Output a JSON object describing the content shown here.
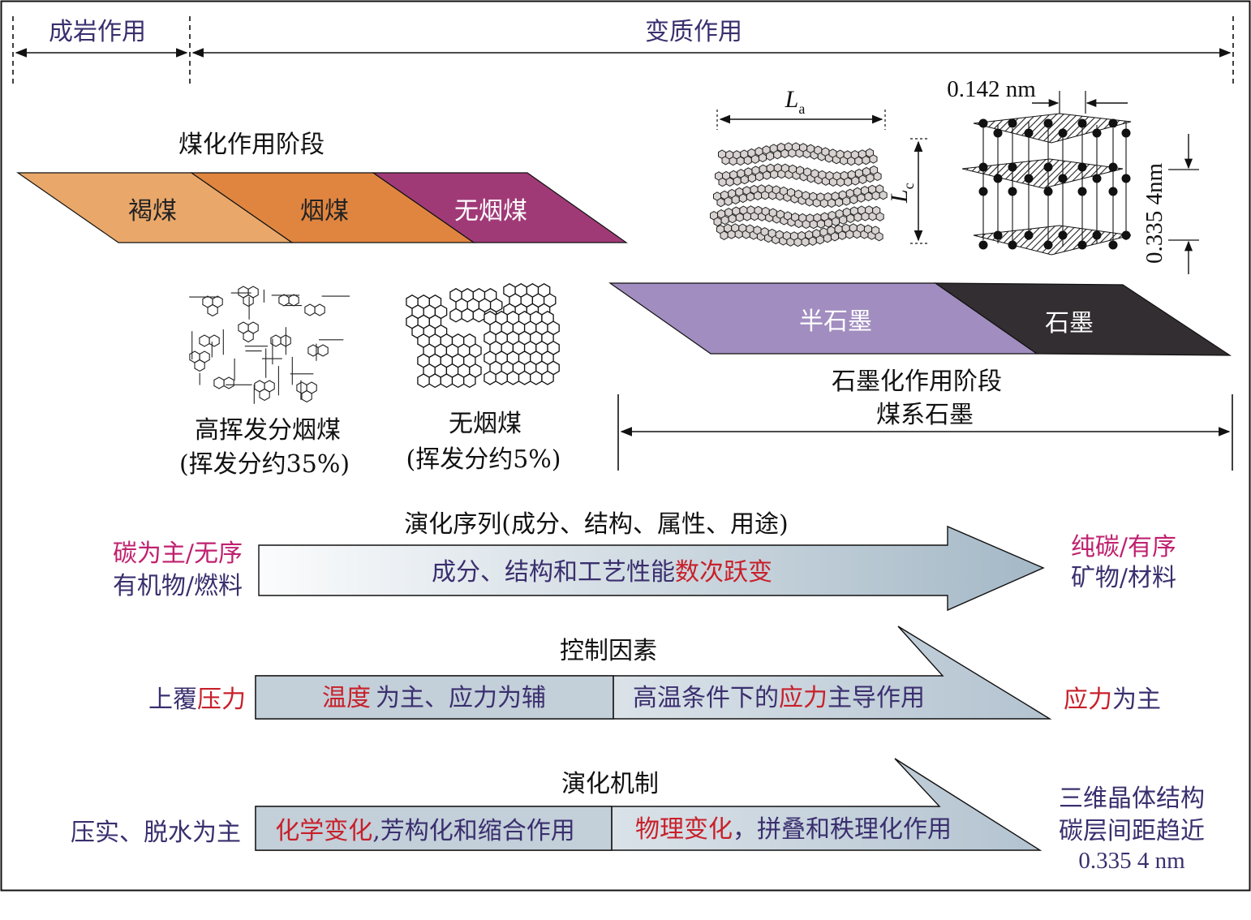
{
  "top_bar": {
    "diagenesis": "成岩作用",
    "metamorphism": "变质作用"
  },
  "coalification": {
    "stage_title": "煤化作用阶段",
    "lignite": "褐煤",
    "bituminous": "烟煤",
    "anthracite": "无烟煤"
  },
  "structures": {
    "la_symbol": "L",
    "la_sub": "a",
    "lc_symbol": "L",
    "lc_sub": "c",
    "bond_length": "0.142 nm",
    "interlayer": "0.335 4nm",
    "high_volatile_label": "高挥发分烟煤",
    "high_volatile_note": "(挥发分约35%)",
    "anthracite_label": "无烟煤",
    "anthracite_note": "(挥发分约5%)"
  },
  "graphitization": {
    "semi_graphite": "半石墨",
    "graphite": "石墨",
    "stage_title": "石墨化作用阶段",
    "stage_subtitle": "煤系石墨"
  },
  "evolution_sequence": {
    "title": "演化序列(成分、结构、属性、用途)",
    "left_line1": "碳为主/无序",
    "left_line2": "有机物/燃料",
    "arrow_text_a": "成分、结构和工艺性能",
    "arrow_text_b": "数次跃变",
    "right_line1": "纯碳/有序",
    "right_line2": "矿物/材料"
  },
  "control_factors": {
    "title": "控制因素",
    "left_a": "上覆",
    "left_b": "压力",
    "seg1_a": "温度",
    "seg1_b": "为主、应力为辅",
    "seg2_a": "高温条件下的",
    "seg2_b": "应力",
    "seg2_c": "主导作用",
    "right_a": "应力",
    "right_b": "为主"
  },
  "mechanism": {
    "title": "演化机制",
    "left": "压实、脱水为主",
    "seg1_a": "化学变化",
    "seg1_b": ",芳构化和缩合作用",
    "seg2_a": "物理变化",
    "seg2_b": "，拼叠和秩理化作用",
    "right_line1": "三维晶体结构",
    "right_line2": "碳层间距趋近",
    "right_line3": "0.335 4 nm"
  },
  "colors": {
    "lignite": "#e9a86a",
    "bituminous": "#e08540",
    "anthracite": "#a03a77",
    "semi_graphite": "#a18dbf",
    "graphite": "#332e31",
    "magenta_text": "#c0206f",
    "navy_text": "#3a2f6e",
    "red_text": "#c8202a",
    "arrow_light": "#fbfcfd",
    "arrow_dark": "#a4b8c6",
    "bar_fill": "#c3cfd9"
  }
}
